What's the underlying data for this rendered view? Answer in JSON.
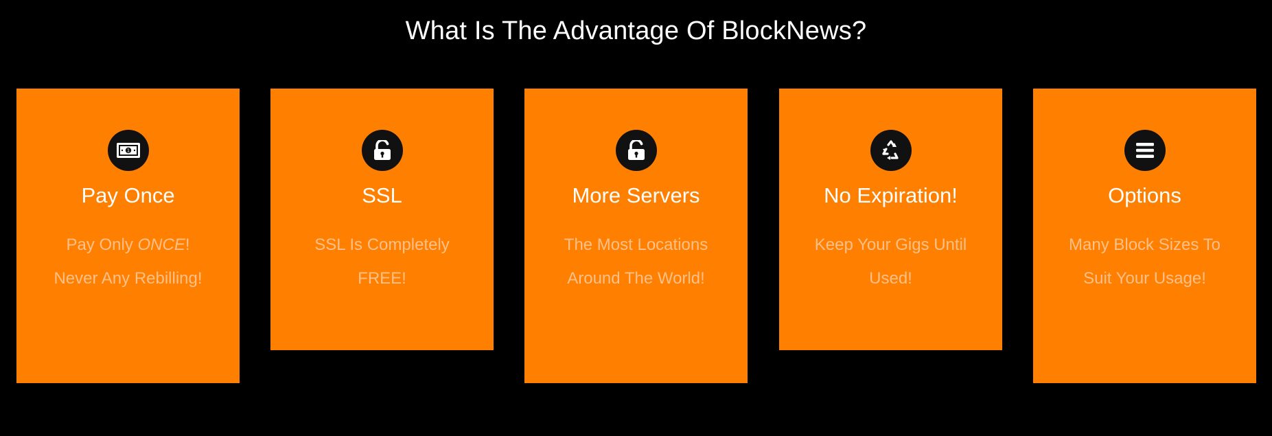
{
  "heading": "What Is The Advantage Of BlockNews?",
  "colors": {
    "background": "#000000",
    "card": "#ff8000",
    "icon_circle": "#111111",
    "title_text": "#ffffff",
    "desc_text": "#ffc08a"
  },
  "features": [
    {
      "icon": "money-bill-icon",
      "title": "Pay Once",
      "desc_pre": "Pay Only ",
      "desc_em": "ONCE",
      "desc_post": "! Never Any Rebilling!"
    },
    {
      "icon": "unlock-icon",
      "title": "SSL",
      "desc": "SSL Is Completely FREE!"
    },
    {
      "icon": "unlock-icon",
      "title": "More Servers",
      "desc": "The Most Locations Around The World!"
    },
    {
      "icon": "recycle-icon",
      "title": "No Expiration!",
      "desc": "Keep Your Gigs Until Used!"
    },
    {
      "icon": "bars-icon",
      "title": "Options",
      "desc": "Many Block Sizes To Suit Your Usage!"
    }
  ]
}
